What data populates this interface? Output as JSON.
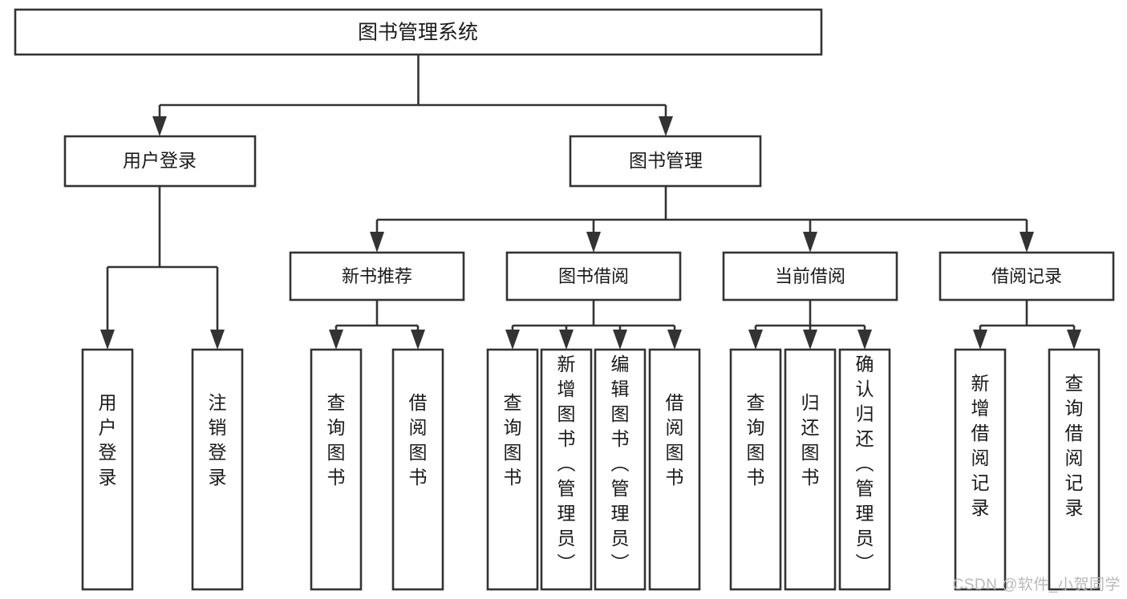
{
  "diagram": {
    "type": "tree-hierarchy",
    "title": "图书管理系统",
    "root": {
      "id": "root",
      "label": "图书管理系统",
      "level": 1
    },
    "level2": [
      {
        "id": "user-login",
        "label": "用户登录",
        "level": 2
      },
      {
        "id": "book-manage",
        "label": "图书管理",
        "level": 2
      }
    ],
    "level3": [
      {
        "id": "new-book-rec",
        "label": "新书推荐",
        "level": 3,
        "parent": "book-manage"
      },
      {
        "id": "book-borrow",
        "label": "图书借阅",
        "level": 3,
        "parent": "book-manage"
      },
      {
        "id": "current-borrow",
        "label": "当前借阅",
        "level": 3,
        "parent": "book-manage"
      },
      {
        "id": "borrow-record",
        "label": "借阅记录",
        "level": 3,
        "parent": "book-manage"
      }
    ],
    "leaves": {
      "user-login": [
        {
          "id": "leaf-user-login",
          "label": "用户登录"
        },
        {
          "id": "leaf-user-logout",
          "label": "注销登录"
        }
      ],
      "new-book-rec": [
        {
          "id": "leaf-query-book-1",
          "label": "查询图书"
        },
        {
          "id": "leaf-borrow-book-1",
          "label": "借阅图书"
        }
      ],
      "book-borrow": [
        {
          "id": "leaf-query-book-2",
          "label": "查询图书"
        },
        {
          "id": "leaf-add-book",
          "label": "新增图书（管理员）"
        },
        {
          "id": "leaf-edit-book",
          "label": "编辑图书（管理员）"
        },
        {
          "id": "leaf-borrow-book-2",
          "label": "借阅图书"
        }
      ],
      "current-borrow": [
        {
          "id": "leaf-query-book-3",
          "label": "查询图书"
        },
        {
          "id": "leaf-return-book",
          "label": "归还图书"
        },
        {
          "id": "leaf-confirm-return",
          "label": "确认归还（管理员）"
        }
      ],
      "borrow-record": [
        {
          "id": "leaf-add-record",
          "label": "新增借阅记录"
        },
        {
          "id": "leaf-query-record",
          "label": "查询借阅记录"
        }
      ]
    },
    "watermark": "CSDN @软件_小贺同学",
    "colors": {
      "box_stroke": "#333333",
      "box_fill": "#ffffff",
      "text": "#1a1a1a",
      "background": "#ffffff",
      "watermark": "#b9b9b9"
    }
  }
}
